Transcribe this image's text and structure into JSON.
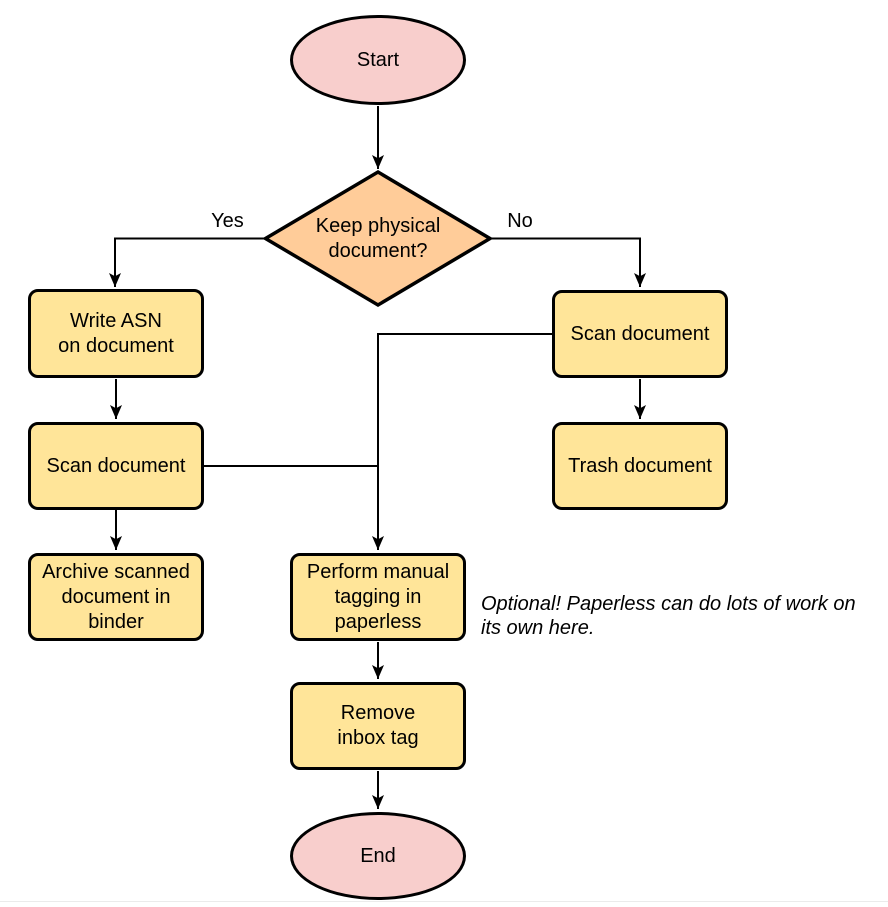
{
  "colors": {
    "terminal_fill": "#f8cecc",
    "process_fill": "#ffe599",
    "decision_fill": "#ffcc99",
    "stroke": "#000000"
  },
  "nodes": {
    "start": {
      "lines": [
        "Start"
      ]
    },
    "decision": {
      "lines": [
        "Keep physical",
        "document?"
      ]
    },
    "write_asn": {
      "lines": [
        "Write ASN",
        "on document"
      ]
    },
    "scan_left": {
      "lines": [
        "Scan document"
      ]
    },
    "archive": {
      "lines": [
        "Archive scanned",
        "document in",
        "binder"
      ]
    },
    "scan_right": {
      "lines": [
        "Scan document"
      ]
    },
    "trash": {
      "lines": [
        "Trash document"
      ]
    },
    "perform": {
      "lines": [
        "Perform manual",
        "tagging in",
        "paperless"
      ]
    },
    "remove": {
      "lines": [
        "Remove",
        "inbox tag"
      ]
    },
    "end": {
      "lines": [
        "End"
      ]
    }
  },
  "edge_labels": {
    "yes": "Yes",
    "no": "No"
  },
  "note": {
    "lines": [
      "Optional! Paperless can do lots of work on",
      "its own here."
    ]
  }
}
